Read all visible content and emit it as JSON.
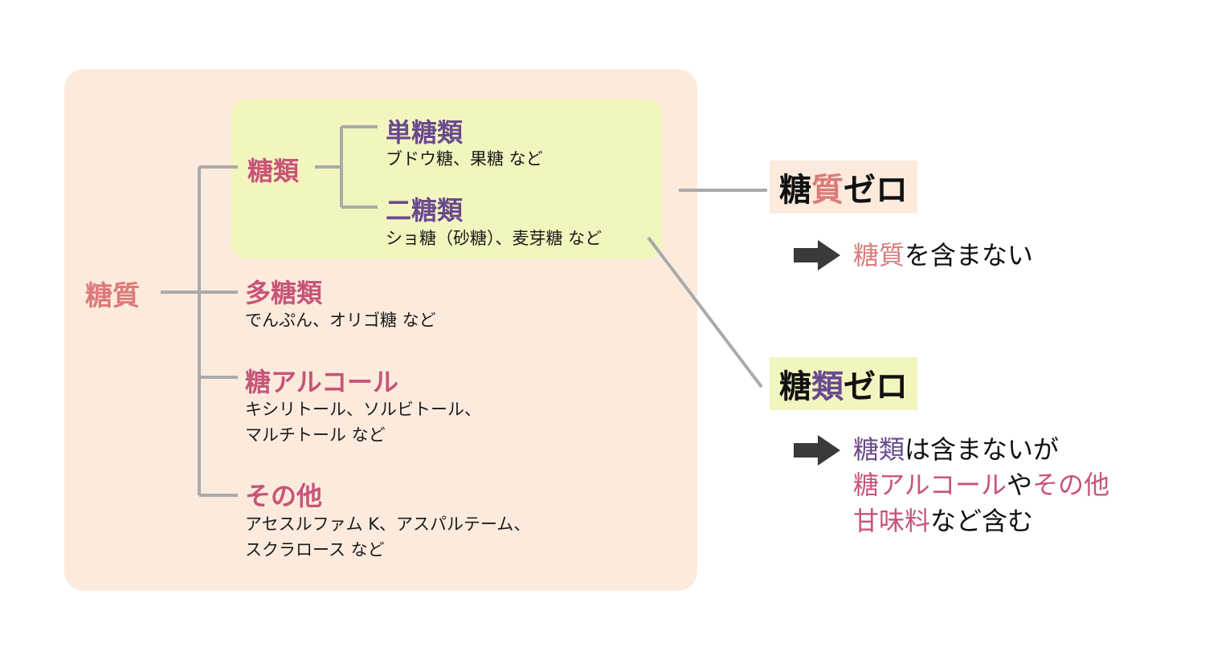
{
  "tree": {
    "root": "糖質",
    "sugars": "糖類",
    "mono": {
      "label": "単糖類",
      "examples": "ブドウ糖、果糖 など"
    },
    "di": {
      "label": "二糖類",
      "examples": "ショ糖（砂糖）、麦芽糖 など"
    },
    "poly": {
      "label": "多糖類",
      "examples": "でんぷん、オリゴ糖 など"
    },
    "alcohol": {
      "label": "糖アルコール",
      "examples_line1": "キシリトール、ソルビトール、",
      "examples_line2": "マルチトール など"
    },
    "other": {
      "label": "その他",
      "examples_line1": "アセスルファム K、アスパルテーム、",
      "examples_line2": "スクラロース など"
    }
  },
  "carb_zero": {
    "title_a": "糖",
    "title_b": "質",
    "title_c": "ゼロ",
    "result_a": "糖質",
    "result_b": "を含まない"
  },
  "sugar_zero": {
    "title_a": "糖",
    "title_b": "類",
    "title_c": "ゼロ",
    "line1_a": "糖類",
    "line1_b": "は含まないが",
    "line2_a": "糖アルコール",
    "line2_b": "や",
    "line2_c": "その他",
    "line3_a": "甘味料",
    "line3_b": "など含む"
  },
  "colors": {
    "outer_panel": "#fcebdd",
    "inner_panel": "#f3f5bf",
    "connector": "#aaaaaa",
    "pink": "#dc7a7a",
    "magenta": "#c85478",
    "purple": "#6a4a8e",
    "arrow": "#3a3a3a"
  },
  "icons": {
    "arrow": "right-arrow-icon"
  }
}
